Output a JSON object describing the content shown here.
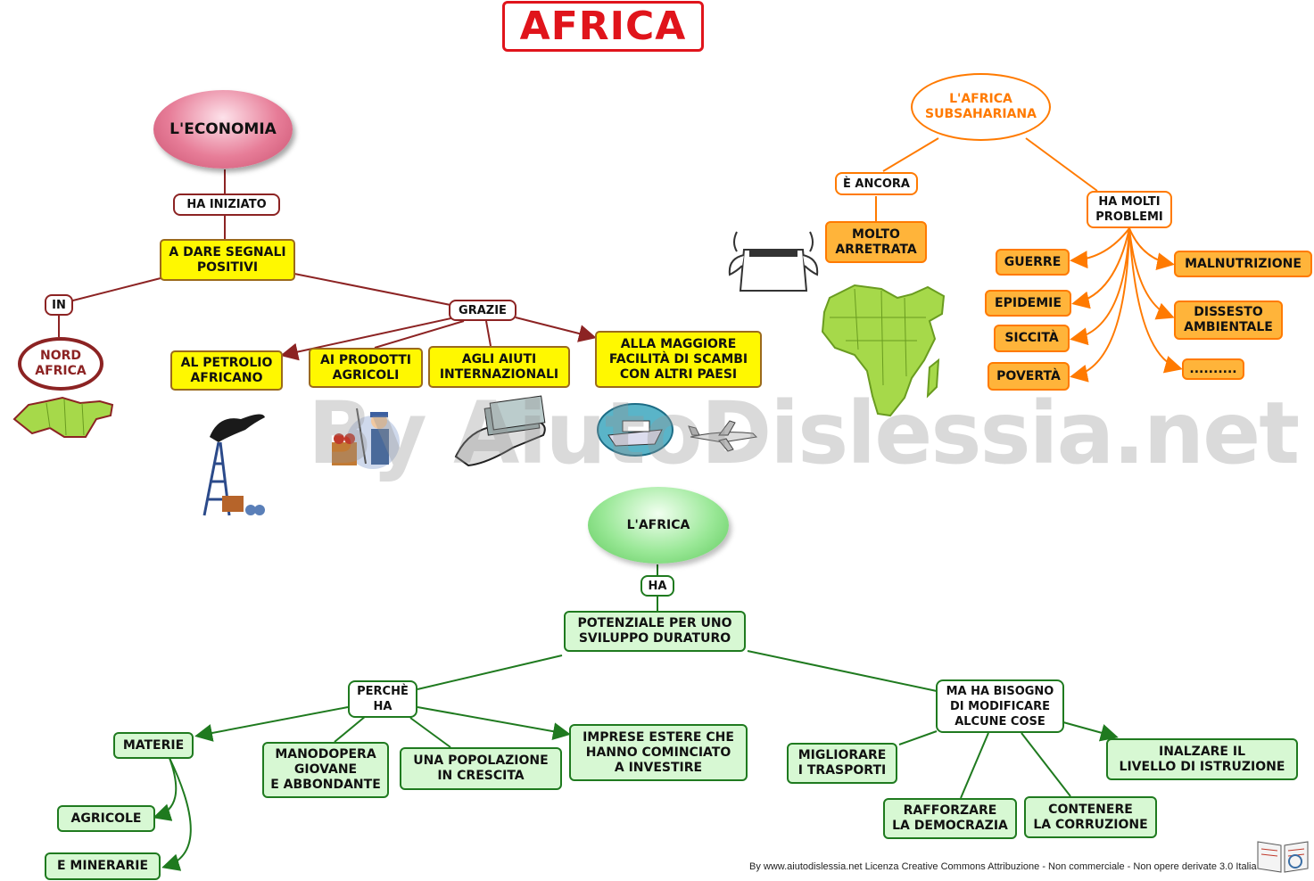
{
  "title": "AFRICA",
  "economy": {
    "root": "L'ECONOMIA",
    "link1": "HA INIZIATO",
    "main": "A DARE SEGNALI\nPOSITIVI",
    "link_in": "IN",
    "region": "NORD\nAFRICA",
    "link_thanks": "GRAZIE",
    "reasons": [
      "AL PETROLIO\nAFRICANO",
      "AI PRODOTTI\nAGRICOLI",
      "AGLI AIUTI\nINTERNAZIONALI",
      "ALLA MAGGIORE\nFACILITÀ DI SCAMBI\nCON ALTRI PAESI"
    ]
  },
  "subsahara": {
    "root": "L'AFRICA\nSUBSAHARIANA",
    "link_still": "È ANCORA",
    "still_value": "MOLTO\nARRETRATA",
    "link_problems": "HA MOLTI\nPROBLEMI",
    "problems_left": [
      "GUERRE",
      "EPIDEMIE",
      "SICCITÀ",
      "POVERTÀ"
    ],
    "problems_right": [
      "MALNUTRIZIONE",
      "DISSESTO\nAMBIENTALE",
      ".........."
    ]
  },
  "africa": {
    "root": "L'AFRICA",
    "link_has": "HA",
    "main": "POTENZIALE PER UNO\nSVILUPPO DURATURO",
    "link_because": "PERCHÈ\nHA",
    "because_items": [
      "MATERIE",
      "MANODOPERA\nGIOVANE\nE ABBONDANTE",
      "UNA POPOLAZIONE\nIN CRESCITA",
      "IMPRESE ESTERE CHE\nHANNO COMINCIATO\nA INVESTIRE"
    ],
    "materials": [
      "AGRICOLE",
      "E MINERARIE"
    ],
    "link_needs": "MA HA BISOGNO\nDI MODIFICARE\nALCUNE COSE",
    "needs": [
      "MIGLIORARE\nI TRASPORTI",
      "RAFFORZARE\nLA DEMOCRAZIA",
      "CONTENERE\nLA CORRUZIONE",
      "INALZARE IL\nLIVELLO DI ISTRUZIONE"
    ]
  },
  "watermark": "By AiutoDislessia.net",
  "license": "By www.aiutodislessia.net Licenza Creative Commons Attribuzione - Non commerciale - Non opere derivate 3.0 Italia",
  "colors": {
    "title": "#e0141b",
    "economy": "#8c2323",
    "subsahara": "#ff7a00",
    "africa": "#1f7a1f",
    "yellow": "#fff800",
    "orange_fill": "#ffb43a",
    "green_fill": "#d7f8d3"
  }
}
